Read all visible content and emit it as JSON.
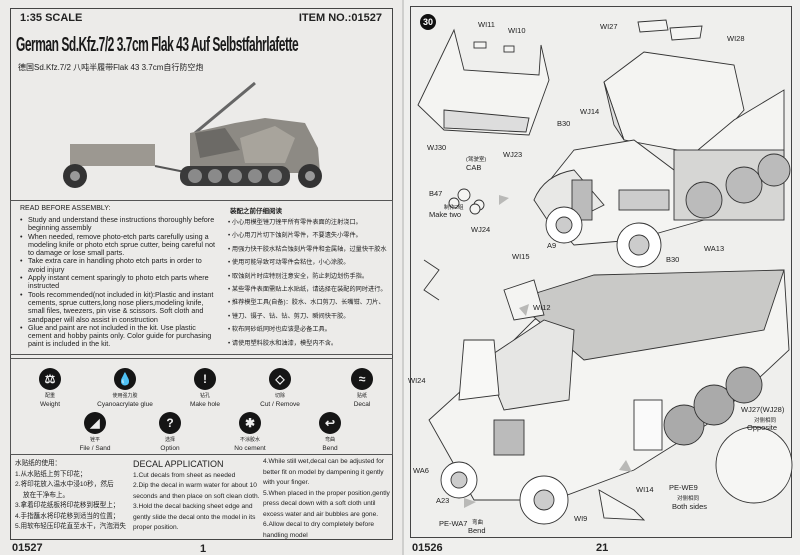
{
  "left_page": {
    "scale": "1:35 SCALE",
    "item_no": "ITEM  NO.:01527",
    "title": "German Sd.Kfz.7/2  3.7cm Flak 43 Auf Selbstfahrlafette",
    "subtitle_cn": "德国Sd.Kfz.7/2 八吨半履带Flak 43  3.7cm自行防空炮",
    "read_before": {
      "heading": "READ BEFORE ASSEMBLY:",
      "items": [
        "Study and understand these instructions thoroughly before beginning assembly",
        "When needed, remove photo-etch parts carefully using a modeling knife or photo etch sprue cutter, being careful not to damage or lose small parts.",
        "Take extra care in handling photo etch parts in order to avoid injury",
        "Apply instant cement sparingly to photo etch parts where instructed",
        "Tools recommended(not included in kit):Plastic and instant cements, sprue cutters,long nose pliers,modeling knife, small files, tweezers, pin vise & scissors. Soft cloth and sandpaper will also assist in construction",
        "Glue and paint are not included in the kit. Use plastic cement and hobby paints only. Color guide for purchasing paint is included in the kit."
      ],
      "heading_cn": "装配之前仔细阅读",
      "items_cn": [
        "小心用模型锉刀锉平所有零件表面的注射浇口。",
        "小心用刀片切下蚀刻片零件，不要遗失小零件。",
        "用强力快干胶水粘合蚀刻片零件和金属轴，过量快干胶水",
        "使用可能导致可动零件会粘住，小心涂胶。",
        "取蚀刻片时应特别注意安全，防止刺边划伤手指。",
        "某些零件表面需贴上水贴纸，请选择在装配的同时进行。",
        "推荐模型工具(自备)：胶水、水口剪刀、长嘴钳、刀片、",
        "锉刀、镊子、钻、钻、剪刀、瞬间快干胶。",
        "软布同砂纸同时也应该是必备工具。",
        "请使用塑料胶水和油漆，模型内不含。"
      ]
    },
    "symbols": [
      {
        "icon": "weight-icon",
        "glyph": "⚖",
        "cn": "配重",
        "label": "Weight"
      },
      {
        "icon": "glue-icon",
        "glyph": "💧",
        "cn": "使用强力胶",
        "label": "Cyanoacrylate glue"
      },
      {
        "icon": "drill-icon",
        "glyph": "!",
        "cn": "钻孔",
        "label": "Make hole"
      },
      {
        "icon": "cut-icon",
        "glyph": "◇",
        "cn": "切除",
        "label": "Cut / Remove"
      },
      {
        "icon": "decal-icon",
        "glyph": "≈",
        "cn": "贴纸",
        "label": "Decal"
      },
      {
        "icon": "file-icon",
        "glyph": "◢",
        "cn": "锉平",
        "label": "File / Sand"
      },
      {
        "icon": "option-icon",
        "glyph": "?",
        "cn": "选择",
        "label": "Option"
      },
      {
        "icon": "no-cement-icon",
        "glyph": "✱",
        "cn": "不涂胶水",
        "label": "No cement"
      },
      {
        "icon": "bend-icon",
        "glyph": "↩",
        "cn": "弯曲",
        "label": "Bend"
      }
    ],
    "decal_cn": {
      "heading": "水贴纸的使用：",
      "steps": [
        "1.从水贴纸上剪下印花；",
        "2.将印花放入温水中浸10秒，然后",
        "放在干净布上。",
        "3.拿着印花纸板将印花移到模型上；",
        "4.手指蘸水将印花移到适当的位置；",
        "5.用软布轻压印花直至水干，汽泡消失"
      ]
    },
    "decal_en": {
      "heading": "DECAL APPLICATION",
      "steps": [
        "1.Cut decals from sheet as needed",
        "2.Dip the decal in warm water for about 10 seconds and then place on soft clean cloth.",
        "3.Hold the decal backing sheet edge and gently slide the decal onto the model in its proper position."
      ],
      "steps2": [
        "4.While still wet,decal can be adjusted for better fit on model by dampening it gently with your finger.",
        "5.When placed in the proper position,gently press decal down with a soft cloth until excess water and air bubbles are gone.",
        "6.Allow decal to dry completely before handling model"
      ]
    },
    "footer_code": "01527",
    "page_number": "1"
  },
  "right_page": {
    "step": "30",
    "labels": {
      "wi11": "WI11",
      "wi10": "WI10",
      "wi27": "WI27",
      "wi28": "WI28",
      "wj14": "WJ14",
      "b30a": "B30",
      "wj30": "WJ30",
      "wj23": "WJ23",
      "cab_cn": "(驾驶室)",
      "cab": "CAB",
      "b47": "B47",
      "make_two_cn": "制作2组",
      "make_two": "Make two",
      "wj24": "WJ24",
      "a9": "A9",
      "wa13": "WA13",
      "b30b": "B30",
      "wi15": "WI15",
      "wi12": "WI12",
      "wi24": "WI24",
      "wj27": "WJ27(WJ28)",
      "opposite_cn": "对侧相同",
      "opposite": "Opposite",
      "wa6": "WA6",
      "a23": "A23",
      "pe_wa7": "PE-WA7",
      "bend_cn": "弯曲",
      "bend": "Bend",
      "wi14": "WI14",
      "pe_we9": "PE-WE9",
      "both_sides_cn": "对侧相同",
      "both_sides": "Both sides",
      "wi9": "WI9"
    },
    "footer_code": "01526",
    "page_number": "21"
  }
}
